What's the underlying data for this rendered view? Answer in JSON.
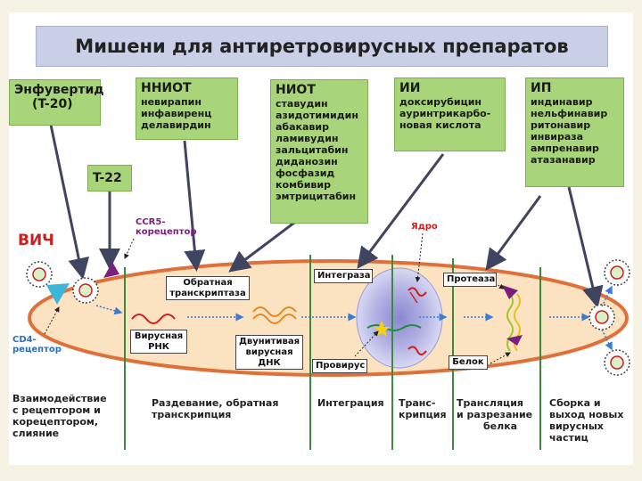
{
  "title": "Мишени для антиретровирусных препаратов",
  "drug_boxes": {
    "enfuvirtide": {
      "lines": [
        "Энфувертид",
        "(T-20)"
      ]
    },
    "t22": {
      "label": "T-22"
    },
    "nniot": {
      "head": "ННИОТ",
      "items": [
        "невирапин",
        "инфавиренц",
        "делавирдин"
      ]
    },
    "niot": {
      "head": "НИОТ",
      "items": [
        "ставудин",
        "азидотимидин",
        "абакавир",
        "ламивудин",
        "зальцитабин",
        "диданозин",
        "фосфазид",
        "комбивир",
        "эмтрицитабин"
      ]
    },
    "ii": {
      "head": "ИИ",
      "items": [
        "доксирубицин",
        "ауринтрикарбо-",
        "новая кислота"
      ]
    },
    "ip": {
      "head": "ИП",
      "items": [
        "индинавир",
        "нельфинавир",
        "ритонавир",
        "инвираза",
        "ампренавир",
        "атазанавир"
      ]
    }
  },
  "labels": {
    "hiv": "ВИЧ",
    "ccr5": [
      "CCR5-",
      "корецептор"
    ],
    "cd4": [
      "CD4-",
      "рецептор"
    ],
    "nucleus": "Ядро",
    "reverse_transcriptase": [
      "Обратная",
      "транскриптаза"
    ],
    "viral_rna": [
      "Вирусная",
      "РНК"
    ],
    "ds_dna": [
      "Двунитивая",
      "вирусная",
      "ДНК"
    ],
    "integrase": "Интеграза",
    "provirus": "Провирус",
    "protease": "Протеаза",
    "protein": "Белок"
  },
  "stages": [
    [
      "Взаимодействие",
      "с рецептором и",
      "корецептором,",
      "слияние"
    ],
    [
      "Раздевание, обратная",
      "транскрипция"
    ],
    [
      "Интеграция"
    ],
    [
      "Транс-",
      "крипция"
    ],
    [
      "Трансляция",
      "и разрезание",
      "белка"
    ],
    [
      "Сборка и",
      "выход новых",
      "вирусных",
      "частиц"
    ]
  ],
  "colors": {
    "title_bg": "#c8cfe6",
    "green_box": "#a9d57a",
    "cell_fill": "#fbe3c2",
    "cell_border": "#e0703a",
    "hiv_red": "#cc1f1f",
    "arrow_gray": "#4a4f66",
    "divider_green": "#3d8a3d"
  }
}
